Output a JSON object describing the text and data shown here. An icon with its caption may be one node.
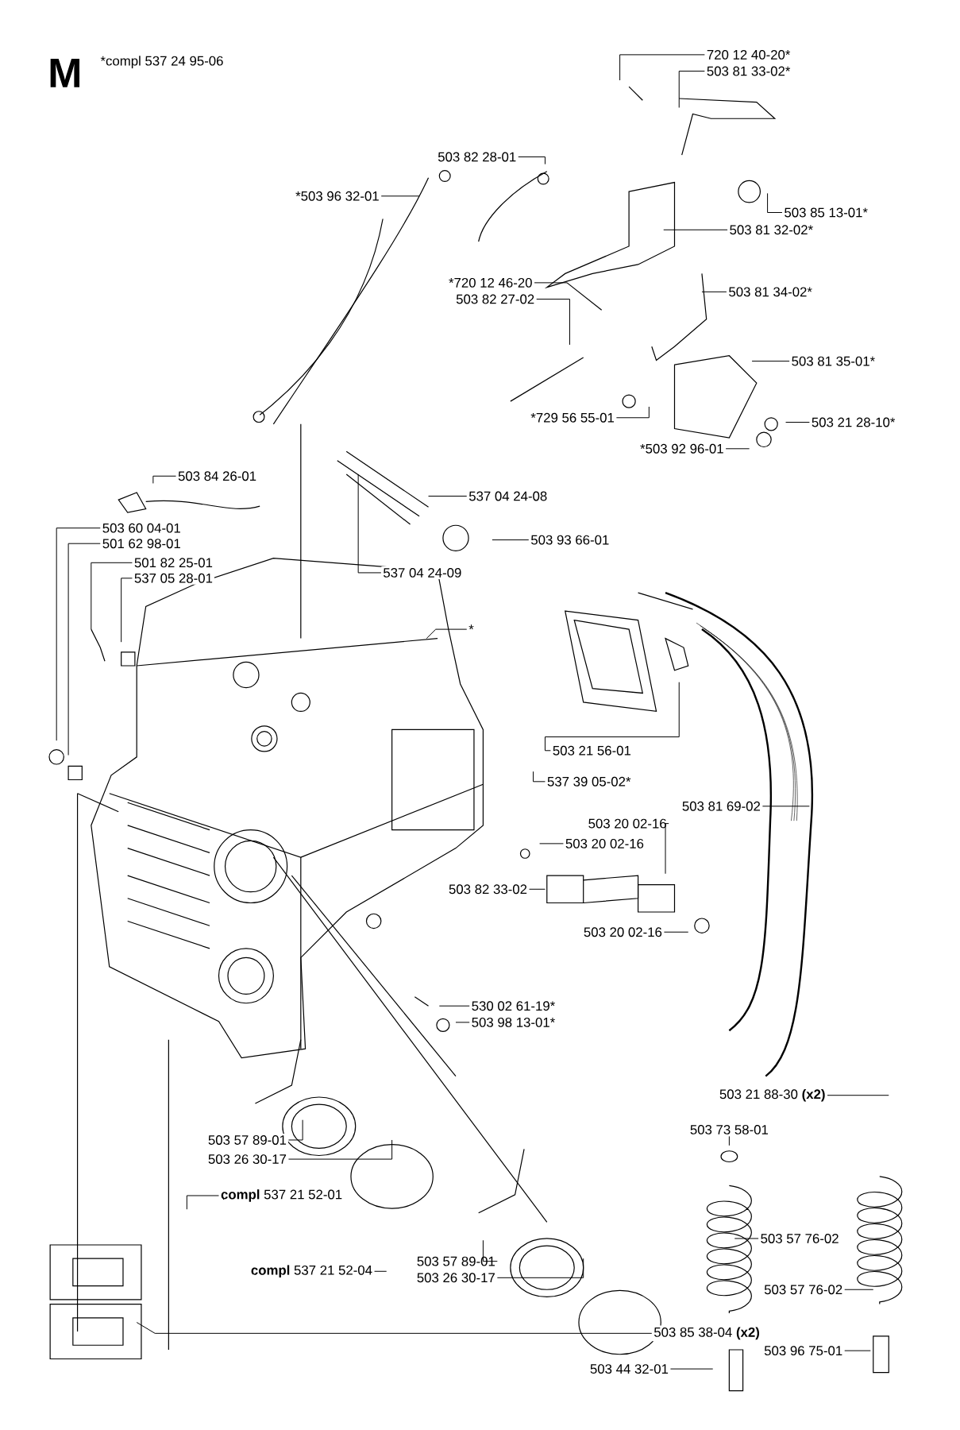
{
  "diagram": {
    "nodes": [
      {
        "text": [
          "720 12 40-20*"
        ]
      },
      {
        "text": [
          "503 81 33-02*"
        ]
      },
      {
        "text": [
          "503 82 28-01"
        ]
      },
      {
        "text": [
          "*503 96 32-01"
        ]
      },
      {
        "text": [
          "503 85 13-01*"
        ]
      },
      {
        "text": [
          "503 81 32-02*"
        ]
      },
      {
        "text": [
          "*720 12 46-20"
        ]
      },
      {
        "text": [
          "503 82 27-02"
        ]
      },
      {
        "text": [
          "503 81 34-02*"
        ]
      },
      {
        "text": [
          "503 81 35-01*"
        ]
      },
      {
        "text": [
          "*729 56 55-01"
        ]
      },
      {
        "text": [
          "503 21 28-10*"
        ]
      },
      {
        "text": [
          "*503 92 96-01"
        ]
      },
      {
        "text": [
          "503 84 26-01"
        ]
      },
      {
        "text": [
          "537 04 24-08"
        ]
      },
      {
        "text": [
          "503 93 66-01"
        ]
      },
      {
        "text": [
          "537 04 24-09"
        ]
      },
      {
        "text": [
          "503 60 04-01"
        ]
      },
      {
        "text": [
          "501 62 98-01"
        ]
      },
      {
        "text": [
          "501 82 25-01"
        ]
      },
      {
        "text": [
          "537 05 28-01"
        ]
      },
      {
        "text": [
          "*"
        ]
      },
      {
        "text": [
          "503 21 56-01"
        ]
      },
      {
        "text": [
          "537 39 05-02*"
        ]
      },
      {
        "text": [
          "503 81 69-02"
        ]
      },
      {
        "text": [
          "503 20 02-16"
        ]
      },
      {
        "text": [
          "503 20 02-16"
        ]
      },
      {
        "text": [
          "503 82 33-02"
        ]
      },
      {
        "text": [
          "503 20 02-16"
        ]
      },
      {
        "text": [
          "530 02 61-19*"
        ]
      },
      {
        "text": [
          "503 98 13-01*"
        ]
      },
      {
        "text": [
          "503 21 88-30 **(x2)**"
        ]
      },
      {
        "text": [
          "503 73 58-01"
        ]
      },
      {
        "text": [
          "503 57 89-01"
        ]
      },
      {
        "text": [
          "503 26 30-17"
        ]
      },
      {
        "text": [
          "**compl** 537 21 52-01"
        ]
      },
      {
        "text": [
          "503 57 76-02"
        ]
      },
      {
        "text": [
          "**compl** 537 21 52-04"
        ]
      },
      {
        "text": [
          "503 57 89-01"
        ]
      },
      {
        "text": [
          "503 26 30-17"
        ]
      },
      {
        "text": [
          "503 57 76-02"
        ]
      },
      {
        "text": [
          "503 85 38-04 **(x2)**"
        ]
      },
      {
        "text": [
          "503 44 32-01"
        ]
      },
      {
        "text": [
          "503 96 75-01"
        ]
      }
    ],
    "edges": [
      {
        "from": 0,
        "to": null,
        "arrow": "none"
      },
      {
        "from": 1,
        "to": null,
        "arrow": "none"
      },
      {
        "from": 2,
        "to": null,
        "arrow": "none"
      },
      {
        "from": 3,
        "to": null,
        "arrow": "none"
      },
      {
        "from": 4,
        "to": null,
        "arrow": "none"
      },
      {
        "from": 5,
        "to": null,
        "arrow": "none"
      },
      {
        "from": 6,
        "to": null,
        "arrow": "none"
      },
      {
        "from": 7,
        "to": null,
        "arrow": "none"
      },
      {
        "from": 8,
        "to": null,
        "arrow": "none"
      },
      {
        "from": 9,
        "to": null,
        "arrow": "none"
      },
      {
        "from": 10,
        "to": null,
        "arrow": "none"
      },
      {
        "from": 11,
        "to": null,
        "arrow": "none"
      },
      {
        "from": 12,
        "to": null,
        "arrow": "none"
      },
      {
        "from": 13,
        "to": null,
        "arrow": "none"
      },
      {
        "from": 14,
        "to": null,
        "arrow": "none"
      },
      {
        "from": 15,
        "to": null,
        "arrow": "none"
      },
      {
        "from": 16,
        "to": null,
        "arrow": "none"
      },
      {
        "from": 17,
        "to": null,
        "arrow": "none"
      },
      {
        "from": 18,
        "to": null,
        "arrow": "none"
      },
      {
        "from": 19,
        "to": null,
        "arrow": "none"
      },
      {
        "from": 20,
        "to": null,
        "arrow": "none"
      },
      {
        "from": 21,
        "to": null,
        "arrow": "none"
      },
      {
        "from": 22,
        "to": null,
        "arrow": "none"
      },
      {
        "from": 23,
        "to": null,
        "arrow": "none"
      },
      {
        "from": 24,
        "to": null,
        "arrow": "none"
      },
      {
        "from": 25,
        "to": null,
        "arrow": "none"
      },
      {
        "from": 26,
        "to": null,
        "arrow": "none"
      },
      {
        "from": 27,
        "to": null,
        "arrow": "none"
      },
      {
        "from": 28,
        "to": null,
        "arrow": "none"
      },
      {
        "from": 29,
        "to": null,
        "arrow": "none"
      },
      {
        "from": 30,
        "to": null,
        "arrow": "none"
      },
      {
        "from": 31,
        "to": null,
        "arrow": "none"
      },
      {
        "from": 32,
        "to": null,
        "arrow": "none"
      },
      {
        "from": 33,
        "to": null,
        "arrow": "none"
      },
      {
        "from": 34,
        "to": null,
        "arrow": "none"
      },
      {
        "from": 35,
        "to": null,
        "arrow": "none"
      },
      {
        "from": 36,
        "to": null,
        "arrow": "none"
      },
      {
        "from": 37,
        "to": null,
        "arrow": "none"
      },
      {
        "from": 38,
        "to": null,
        "arrow": "none"
      },
      {
        "from": 39,
        "to": null,
        "arrow": "none"
      },
      {
        "from": 40,
        "to": null,
        "arrow": "none"
      },
      {
        "from": 41,
        "to": null,
        "arrow": "none"
      },
      {
        "from": 42,
        "to": null,
        "arrow": "none"
      },
      {
        "from": 43,
        "to": null,
        "arrow": "none"
      }
    ],
    "labels": [
      "M",
      "*compl 537 24 95-06"
    ]
  }
}
